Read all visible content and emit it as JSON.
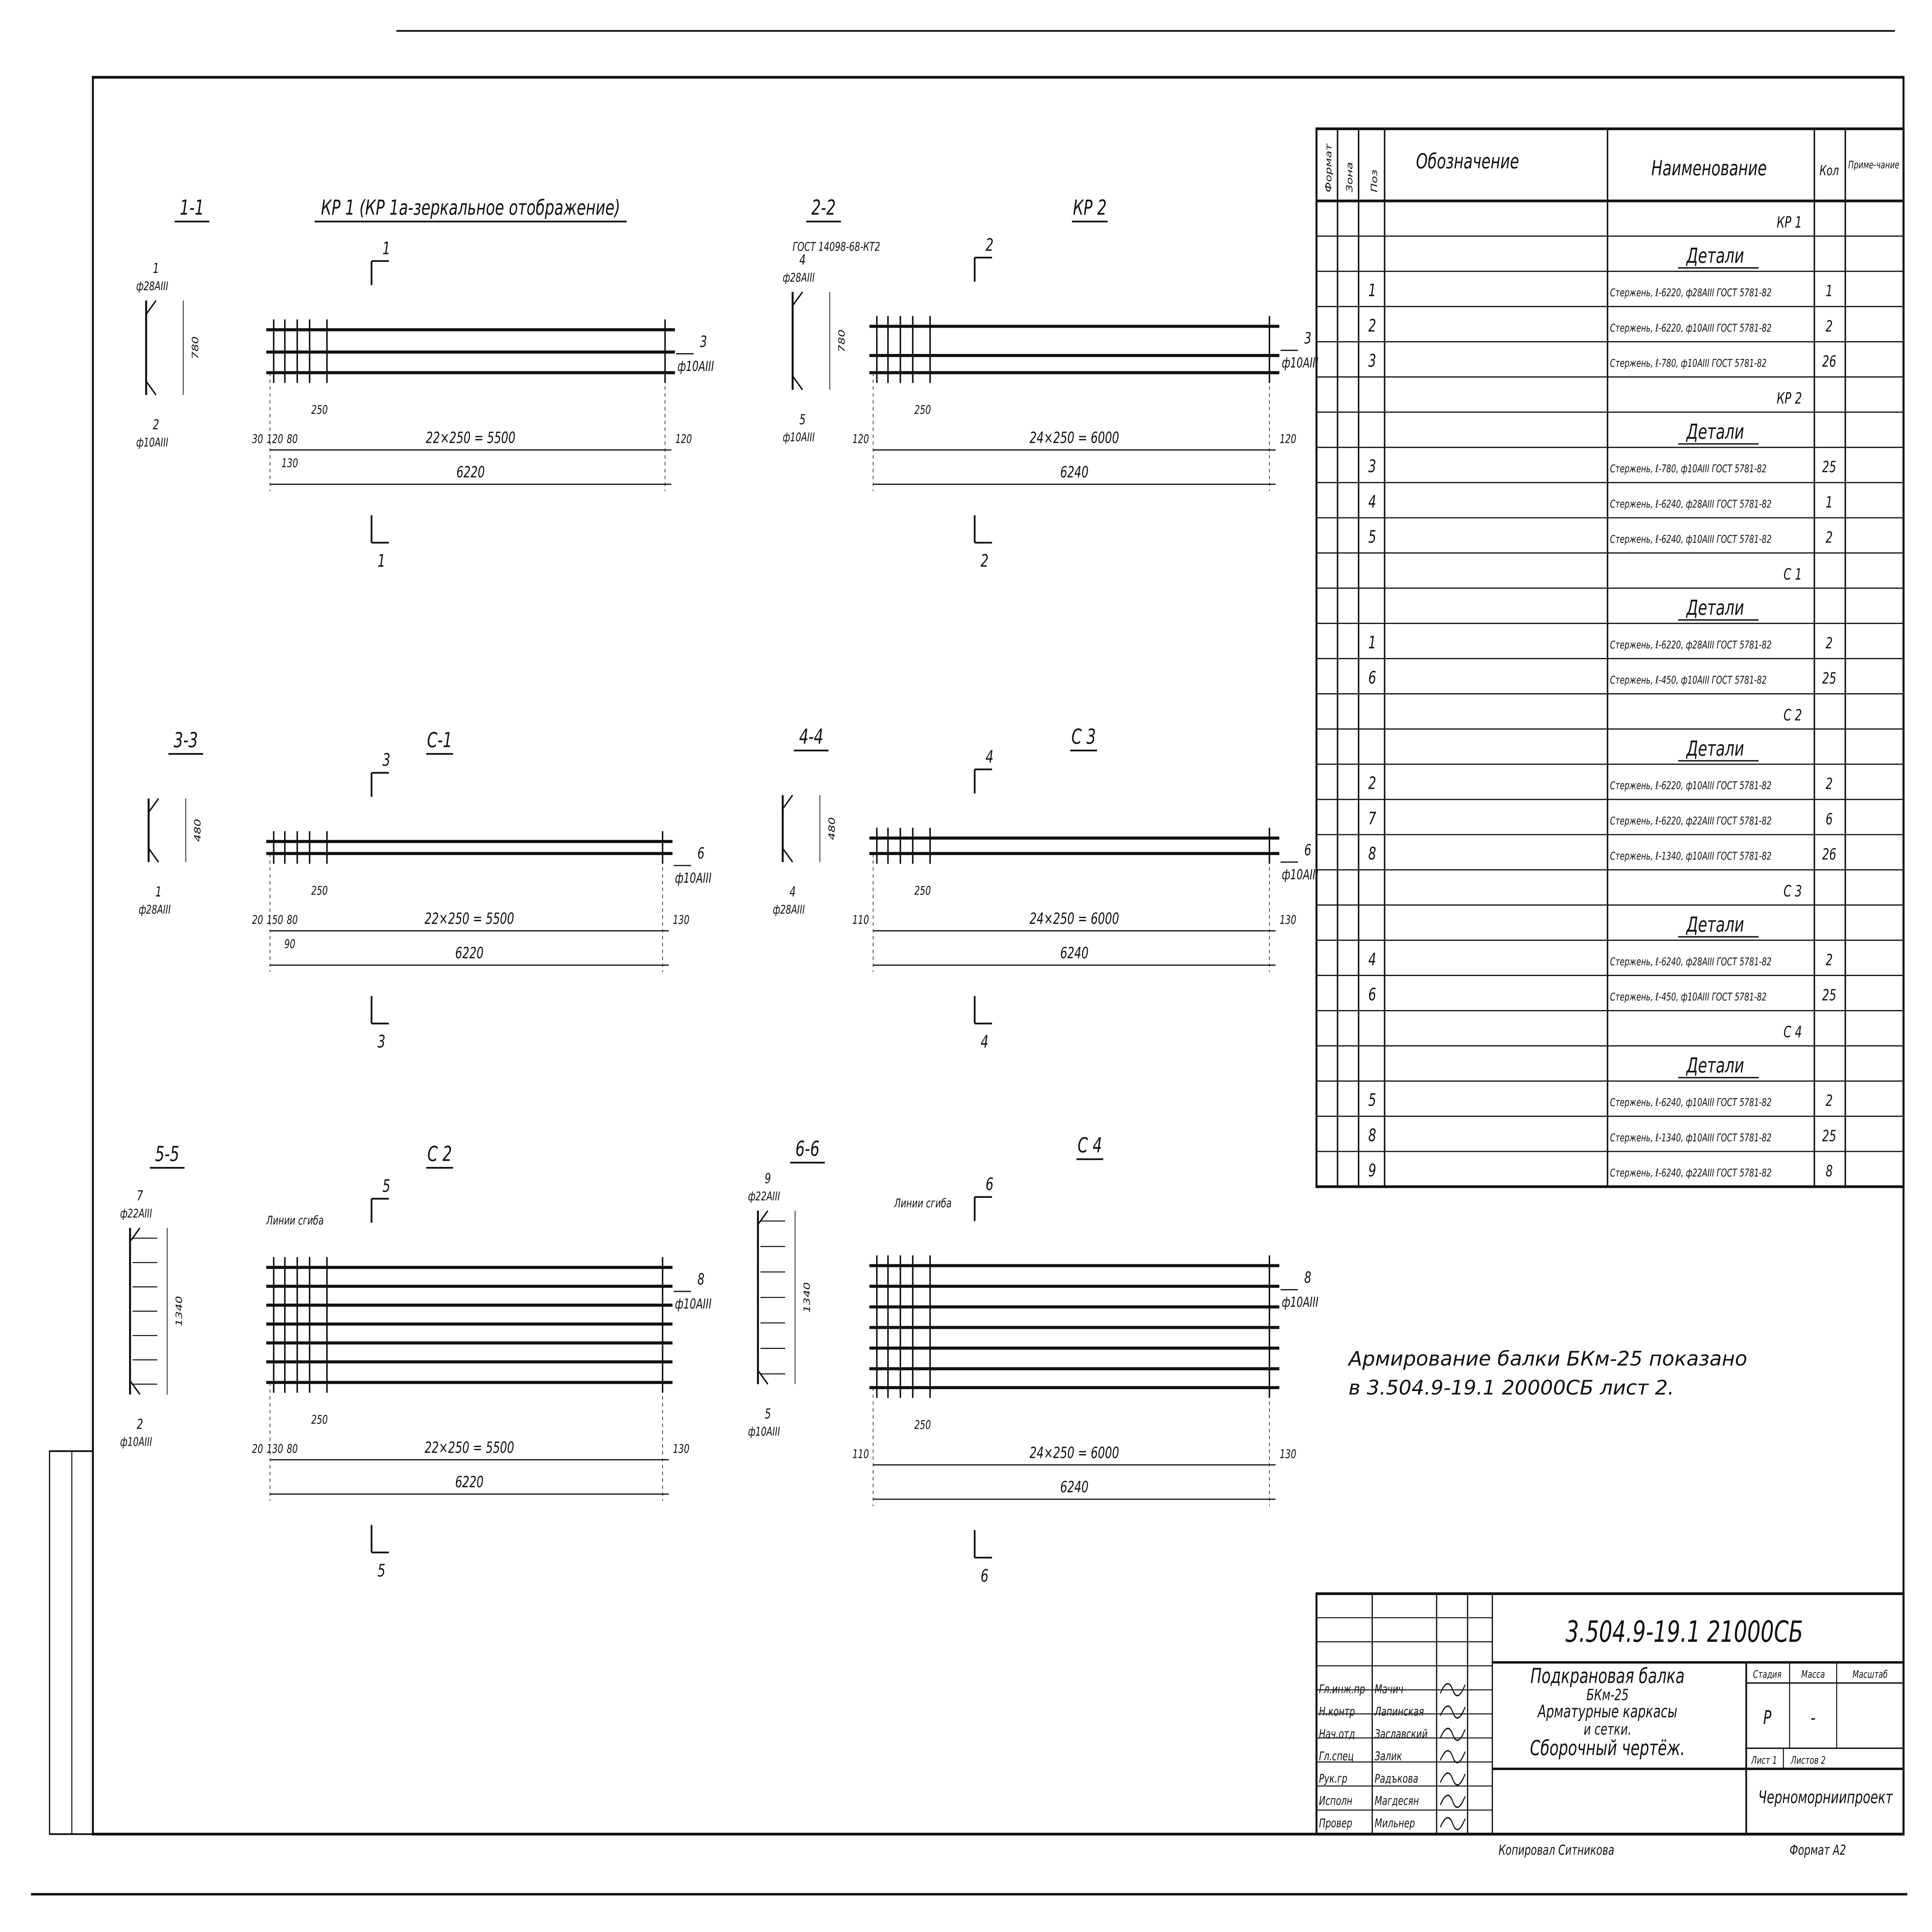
{
  "drawings": [
    {
      "title": "КР 1 (КР 1а-зеркальное отображение)",
      "section_label": "1-1",
      "cut_mark": "1",
      "bar_label": "3",
      "bar_spec": "ф10АIII",
      "spacing_dim": "22×250 = 5500",
      "overall_dim": "6220",
      "end_dims": [
        "30",
        "120",
        "80"
      ],
      "sub_dim": "130",
      "step_dim": "250",
      "end_right": "120",
      "view_height": "780",
      "view_top_pos": "1",
      "view_top_spec": "ф28АIII",
      "view_bottom_pos": "2",
      "view_bottom_spec": "ф10АIII",
      "view_note": ""
    },
    {
      "title": "КР 2",
      "section_label": "2-2",
      "cut_mark": "2",
      "bar_label": "3",
      "bar_spec": "ф10АIII",
      "spacing_dim": "24×250 = 6000",
      "overall_dim": "6240",
      "end_dims": [
        "120"
      ],
      "sub_dim": "",
      "step_dim": "250",
      "end_right": "120",
      "view_height": "780",
      "view_top_pos": "4",
      "view_top_spec": "ф28АIII",
      "view_bottom_pos": "5",
      "view_bottom_spec": "ф10АIII",
      "view_note": "ГОСТ 14098-68-КТ2"
    },
    {
      "title": "С-1",
      "section_label": "3-3",
      "cut_mark": "3",
      "bar_label": "6",
      "bar_spec": "ф10АIII",
      "spacing_dim": "22×250 = 5500",
      "overall_dim": "6220",
      "end_dims": [
        "20",
        "150",
        "80"
      ],
      "sub_dim": "90",
      "step_dim": "250",
      "end_right": "130",
      "view_height": "480",
      "view_top_pos": "",
      "view_top_spec": "",
      "view_bottom_pos": "1",
      "view_bottom_spec": "ф28АIII",
      "view_note": ""
    },
    {
      "title": "С 3",
      "section_label": "4-4",
      "cut_mark": "4",
      "bar_label": "6",
      "bar_spec": "ф10АIII",
      "spacing_dim": "24×250 = 6000",
      "overall_dim": "6240",
      "end_dims": [
        "110"
      ],
      "sub_dim": "",
      "step_dim": "250",
      "end_right": "130",
      "view_height": "480",
      "view_top_pos": "",
      "view_top_spec": "",
      "view_bottom_pos": "4",
      "view_bottom_spec": "ф28АIII",
      "view_note": ""
    },
    {
      "title": "С 2",
      "section_label": "5-5",
      "cut_mark": "5",
      "bar_label": "8",
      "bar_spec": "ф10АIII",
      "spacing_dim": "22×250 = 5500",
      "overall_dim": "6220",
      "end_dims": [
        "20",
        "130",
        "80"
      ],
      "sub_dim": "",
      "step_dim": "250",
      "end_right": "130",
      "view_height": "1340",
      "view_top_pos": "7",
      "view_top_spec": "ф22АIII",
      "view_bottom_pos": "2",
      "view_bottom_spec": "ф10АIII",
      "view_note": "Линии сгиба"
    },
    {
      "title": "С 4",
      "section_label": "6-6",
      "cut_mark": "6",
      "bar_label": "8",
      "bar_spec": "ф10АIII",
      "spacing_dim": "24×250 = 6000",
      "overall_dim": "6240",
      "end_dims": [
        "110"
      ],
      "sub_dim": "",
      "step_dim": "250",
      "end_right": "130",
      "view_height": "1340",
      "view_top_pos": "9",
      "view_top_spec": "ф22АIII",
      "view_bottom_pos": "5",
      "view_bottom_spec": "ф10АIII",
      "view_note": "Линии сгиба"
    }
  ],
  "spec_table": {
    "headers": {
      "format": "Формат",
      "zone": "Зона",
      "pos": "Поз",
      "designation": "Обозначение",
      "name": "Наименование",
      "qty": "Кол",
      "note": "Приме-чание"
    },
    "rows": [
      {
        "kind": "group",
        "name": "КР 1"
      },
      {
        "kind": "header",
        "name": "Детали"
      },
      {
        "kind": "item",
        "pos": "1",
        "name": "Стержень, ℓ-6220, ф28АIII ГОСТ 5781-82",
        "qty": "1"
      },
      {
        "kind": "item",
        "pos": "2",
        "name": "Стержень, ℓ-6220, ф10АIII ГОСТ 5781-82",
        "qty": "2"
      },
      {
        "kind": "item",
        "pos": "3",
        "name": "Стержень, ℓ-780, ф10АIII ГОСТ 5781-82",
        "qty": "26"
      },
      {
        "kind": "group",
        "name": "КР 2"
      },
      {
        "kind": "header",
        "name": "Детали"
      },
      {
        "kind": "item",
        "pos": "3",
        "name": "Стержень, ℓ-780, ф10АIII ГОСТ 5781-82",
        "qty": "25"
      },
      {
        "kind": "item",
        "pos": "4",
        "name": "Стержень, ℓ-6240, ф28АIII ГОСТ 5781-82",
        "qty": "1"
      },
      {
        "kind": "item",
        "pos": "5",
        "name": "Стержень, ℓ-6240, ф10АIII ГОСТ 5781-82",
        "qty": "2"
      },
      {
        "kind": "group",
        "name": "С 1"
      },
      {
        "kind": "header",
        "name": "Детали"
      },
      {
        "kind": "item",
        "pos": "1",
        "name": "Стержень, ℓ-6220, ф28АIII ГОСТ 5781-82",
        "qty": "2"
      },
      {
        "kind": "item",
        "pos": "6",
        "name": "Стержень, ℓ-450, ф10АIII ГОСТ 5781-82",
        "qty": "25"
      },
      {
        "kind": "group",
        "name": "С 2"
      },
      {
        "kind": "header",
        "name": "Детали"
      },
      {
        "kind": "item",
        "pos": "2",
        "name": "Стержень, ℓ-6220, ф10АIII ГОСТ 5781-82",
        "qty": "2"
      },
      {
        "kind": "item",
        "pos": "7",
        "name": "Стержень, ℓ-6220, ф22АIII ГОСТ 5781-82",
        "qty": "6"
      },
      {
        "kind": "item",
        "pos": "8",
        "name": "Стержень, ℓ-1340, ф10АIII ГОСТ 5781-82",
        "qty": "26"
      },
      {
        "kind": "group",
        "name": "С 3"
      },
      {
        "kind": "header",
        "name": "Детали"
      },
      {
        "kind": "item",
        "pos": "4",
        "name": "Стержень, ℓ-6240, ф28АIII ГОСТ 5781-82",
        "qty": "2"
      },
      {
        "kind": "item",
        "pos": "6",
        "name": "Стержень, ℓ-450, ф10АIII ГОСТ 5781-82",
        "qty": "25"
      },
      {
        "kind": "group",
        "name": "С 4"
      },
      {
        "kind": "header",
        "name": "Детали"
      },
      {
        "kind": "item",
        "pos": "5",
        "name": "Стержень, ℓ-6240, ф10АIII ГОСТ 5781-82",
        "qty": "2"
      },
      {
        "kind": "item",
        "pos": "8",
        "name": "Стержень, ℓ-1340, ф10АIII ГОСТ 5781-82",
        "qty": "25"
      },
      {
        "kind": "item",
        "pos": "9",
        "name": "Стержень, ℓ-6240, ф22АIII ГОСТ 5781-82",
        "qty": "8"
      }
    ]
  },
  "note": [
    "Армирование балки БКм-25 показано",
    "в 3.504.9-19.1 20000СБ лист 2."
  ],
  "title_block": {
    "designation": "3.504.9-19.1 21000СБ",
    "title_lines": [
      "Подкрановая балка",
      "БКм-25",
      "Арматурные каркасы",
      "и сетки.",
      "Сборочный чертёж."
    ],
    "stage_label": "Стадия",
    "mass_label": "Масса",
    "scale_label": "Масштаб",
    "stage": "Р",
    "mass": "-",
    "sheet_label": "Лист 1",
    "sheets_label": "Листов 2",
    "organization": "Черноморниипроект",
    "staff": [
      {
        "role": "Гл.инж.пр",
        "name": "Мачич"
      },
      {
        "role": "Н.контр",
        "name": "Лапинская"
      },
      {
        "role": "Нач.отд",
        "name": "Заславский"
      },
      {
        "role": "Гл.спец",
        "name": "Залик"
      },
      {
        "role": "Рук.гр",
        "name": "Радъкова"
      },
      {
        "role": "Исполн",
        "name": "Магдесян"
      },
      {
        "role": "Провер",
        "name": "Мильнер"
      }
    ],
    "copied_by": "Копировал    Ситникова",
    "format": "Формат А2"
  }
}
